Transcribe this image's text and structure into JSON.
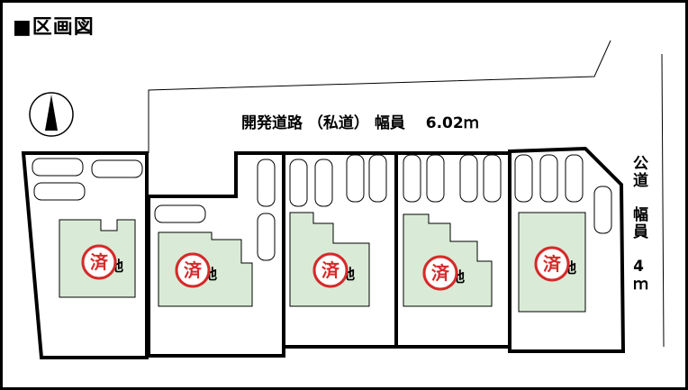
{
  "title": "■区画図",
  "road": {
    "label": "開発道路 （私道） 幅員　 6.02ｍ"
  },
  "public_road": {
    "label": "公道　幅員　4ｍ"
  },
  "north_arrow": {
    "icon": "north-arrow-icon"
  },
  "lots": [
    {
      "label": "1号地",
      "stamp": "済"
    },
    {
      "label": "2号地",
      "stamp": "済"
    },
    {
      "label": "3号地",
      "stamp": "済"
    },
    {
      "label": "4号地",
      "stamp": "済"
    },
    {
      "label": "5号地",
      "stamp": "済"
    }
  ],
  "colors": {
    "building": "#d9ebd6",
    "stamp": "#d62a2a",
    "lines": "#000000"
  }
}
